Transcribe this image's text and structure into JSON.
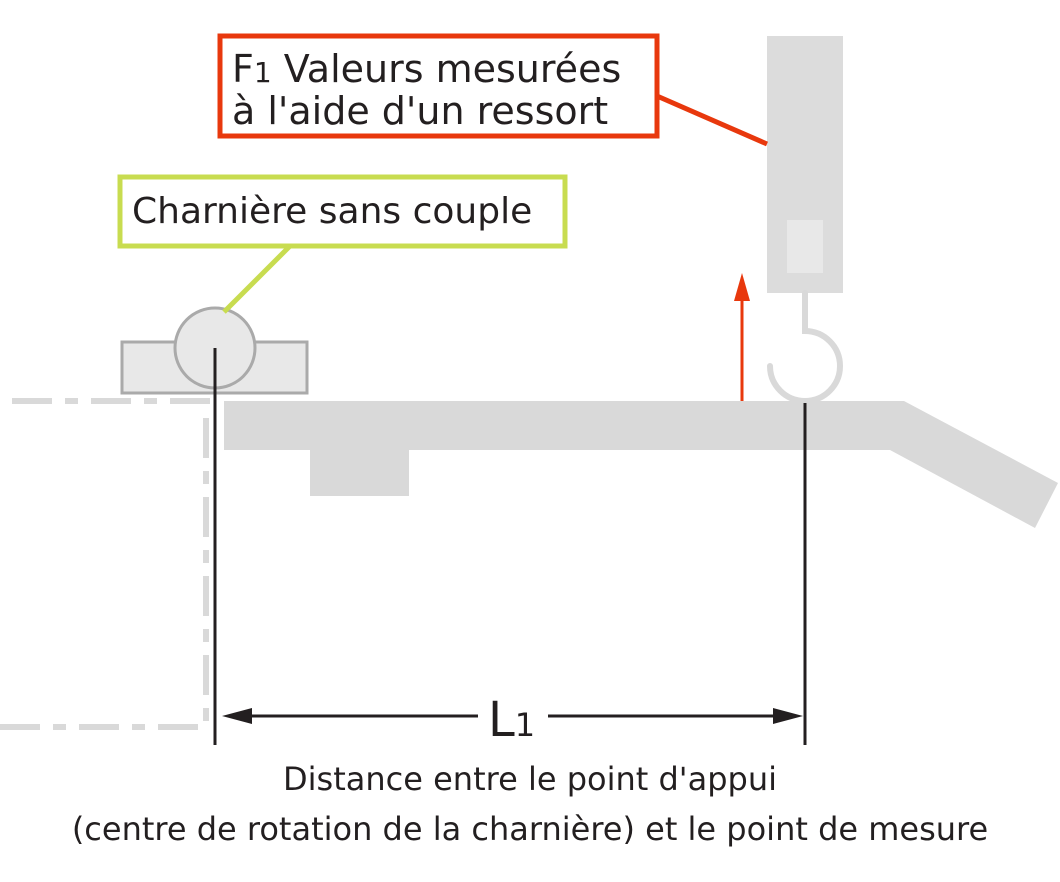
{
  "labels": {
    "spring_label_line1_main": "F",
    "spring_label_line1_sub": "1",
    "spring_label_line1_rest": " Valeurs mesurées",
    "spring_label_line2": "à l'aide d'un ressort",
    "hinge_label": "Charnière sans couple",
    "dimension_main": "L",
    "dimension_sub": "1",
    "caption_line1": "Distance entre le point d'appui",
    "caption_line2": "(centre de rotation de la charnière) et le point de mesure"
  },
  "colors": {
    "accent_red": "#e8380d",
    "accent_green": "#c8dc50",
    "gray": "#d9d9d9",
    "text": "#231f20"
  }
}
